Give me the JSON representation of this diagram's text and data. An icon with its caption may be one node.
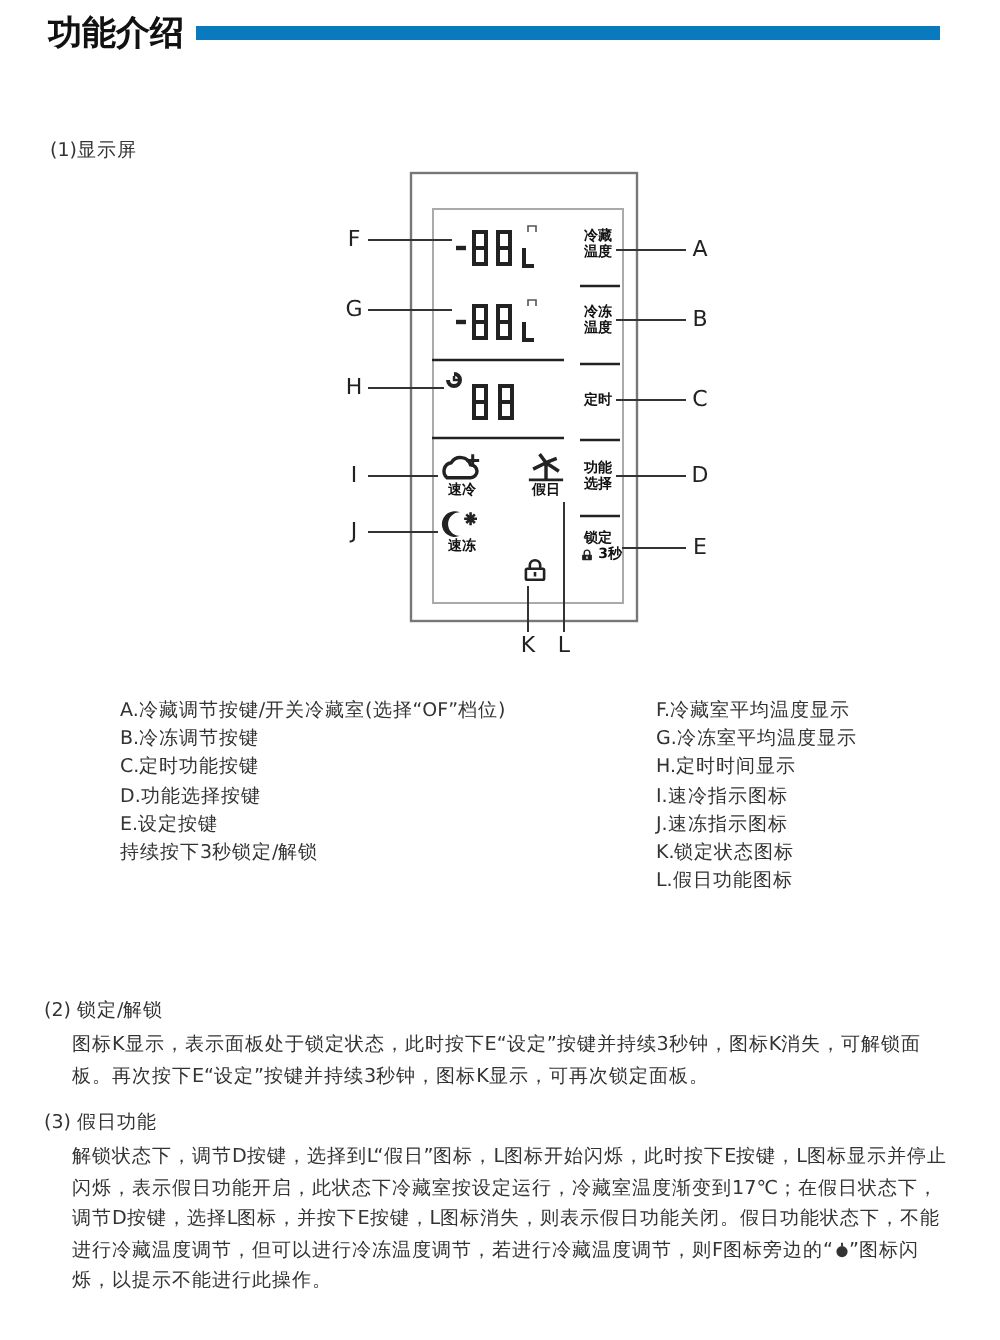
{
  "diagram": {
    "title": "功能介绍",
    "nodes": [
      {
        "text": [
          "F"
        ]
      },
      {
        "text": [
          "G"
        ]
      },
      {
        "text": [
          "H"
        ]
      },
      {
        "text": [
          "I"
        ]
      },
      {
        "text": [
          "J"
        ]
      },
      {
        "text": [
          "A"
        ]
      },
      {
        "text": [
          "B"
        ]
      },
      {
        "text": [
          "C"
        ]
      },
      {
        "text": [
          "D"
        ]
      },
      {
        "text": [
          "E"
        ]
      },
      {
        "text": [
          "K"
        ]
      },
      {
        "text": [
          "L"
        ]
      },
      {
        "text": [],
        "shape": "picture"
      },
      {
        "text": [],
        "shape": "picture"
      },
      {
        "text": [],
        "shape": "picture"
      },
      {
        "text": [
          "速冷"
        ]
      },
      {
        "text": [
          "速冻"
        ]
      },
      {
        "text": [
          "冷藏温度"
        ]
      },
      {
        "text": [
          "冷冻温度"
        ]
      },
      {
        "text": [
          "定时"
        ]
      },
      {
        "text": [
          "功能选择"
        ]
      },
      {
        "text": [
          "锁定",
          "3秒"
        ]
      },
      {
        "text": [],
        "shape": "picture"
      },
      {
        "text": [
          "假日"
        ]
      }
    ],
    "edges": [
      {
        "from": 0,
        "to": 12,
        "arrow": "none"
      },
      {
        "from": 1,
        "to": 13,
        "arrow": "none"
      },
      {
        "from": 2,
        "to": 14,
        "arrow": "none"
      },
      {
        "from": 3,
        "to": 15,
        "arrow": "none"
      },
      {
        "from": 4,
        "to": 16,
        "arrow": "none"
      },
      {
        "from": 5,
        "to": 17,
        "arrow": "none"
      },
      {
        "from": 6,
        "to": 18,
        "arrow": "none"
      },
      {
        "from": 7,
        "to": 19,
        "arrow": "none"
      },
      {
        "from": 8,
        "to": 20,
        "arrow": "none"
      },
      {
        "from": 9,
        "to": 21,
        "arrow": "none"
      },
      {
        "from": 10,
        "to": 22,
        "arrow": "none"
      },
      {
        "from": 11,
        "to": 23,
        "arrow": "none"
      }
    ],
    "labels": [
      "(1)显示屏",
      "A.冷藏调节按键/开关冷藏室(选择“OF”档位)",
      "B.冷冻调节按键",
      "C.定时功能按键",
      "D.功能选择按键",
      "E.设定按键",
      "持续按下3秒锁定/解锁",
      "F.冷藏室平均温度显示",
      "G.冷冻室平均温度显示",
      "H.定时时间显示",
      "I.速冷指示图标",
      "J.速冻指示图标",
      "K.锁定状态图标",
      "L.假日功能图标",
      "(2) 锁定/解锁",
      "图标K显示，表示面板处于锁定状态，此时按下E“设定”按键并持续3秒钟，图标K消失，可解锁面板。再次按下E“设定”按键并持续3秒钟，图标K显示，可再次锁定面板。",
      "(3) 假日功能",
      "解锁状态下，调节D按键，选择到L“假日”图标，L图标开始闪烁，此时按下E按键，L图标显示并停止闪烁，表示假日功能开启，此状态下冷藏室按设定运行，冷藏室温度渐变到17℃；在假日状态下，调节D按键，选择L图标，并按下E按键，L图标消失，则表示假日功能关闭。假日功能状态下，不能进行冷藏温度调节，但可以进行冷冻温度调节，若进行冷藏温度调节，则F图标旁边的“",
      "”图标闪烁，以提示不能进行此操作。"
    ]
  }
}
